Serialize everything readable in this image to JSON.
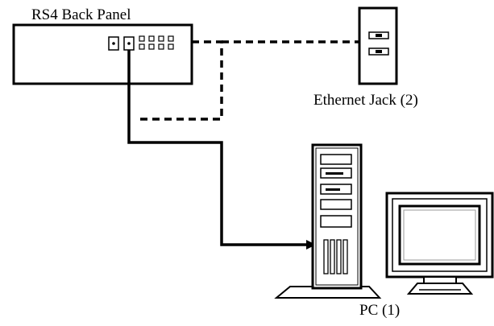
{
  "labels": {
    "rs4_panel": "RS4 Back Panel",
    "ethernet_jack": "Ethernet Jack (2)",
    "pc": "PC (1)"
  },
  "colors": {
    "ink": "#000000",
    "background": "#ffffff",
    "panel_gray": "#9a9a9a"
  },
  "icons": {
    "rs4_unit": "network-device-icon",
    "wall_jack": "ethernet-wall-jack-icon",
    "pc_tower": "desktop-tower-icon",
    "monitor": "crt-monitor-icon"
  },
  "connections": [
    {
      "from": "rs4_panel",
      "to": "pc",
      "style": "solid"
    },
    {
      "from": "rs4_panel",
      "to": "ethernet_jack",
      "style": "dashed"
    }
  ]
}
